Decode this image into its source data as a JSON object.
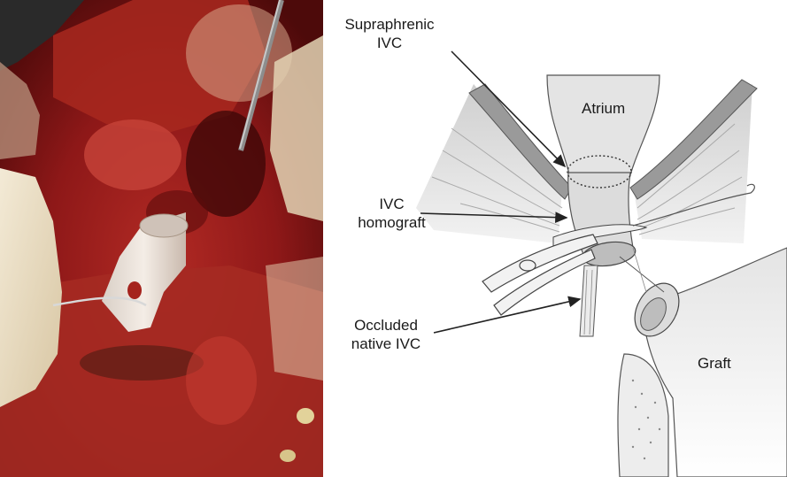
{
  "labels": {
    "suprahepatic": [
      "Supraphrenic",
      "IVC"
    ],
    "homograft": [
      "IVC",
      "homograft"
    ],
    "occluded": [
      "Occluded",
      "native IVC"
    ],
    "atrium": "Atrium",
    "graft": "Graft"
  },
  "colors": {
    "tissue_dark": "#5a0d0d",
    "tissue_red": "#9b1b1b",
    "tissue_bright": "#c2382f",
    "glove": "#e9dcc2",
    "diagram_line": "#555555",
    "diagram_fill": "#e6e6e6",
    "diaphragm": "#8a8a8a"
  }
}
